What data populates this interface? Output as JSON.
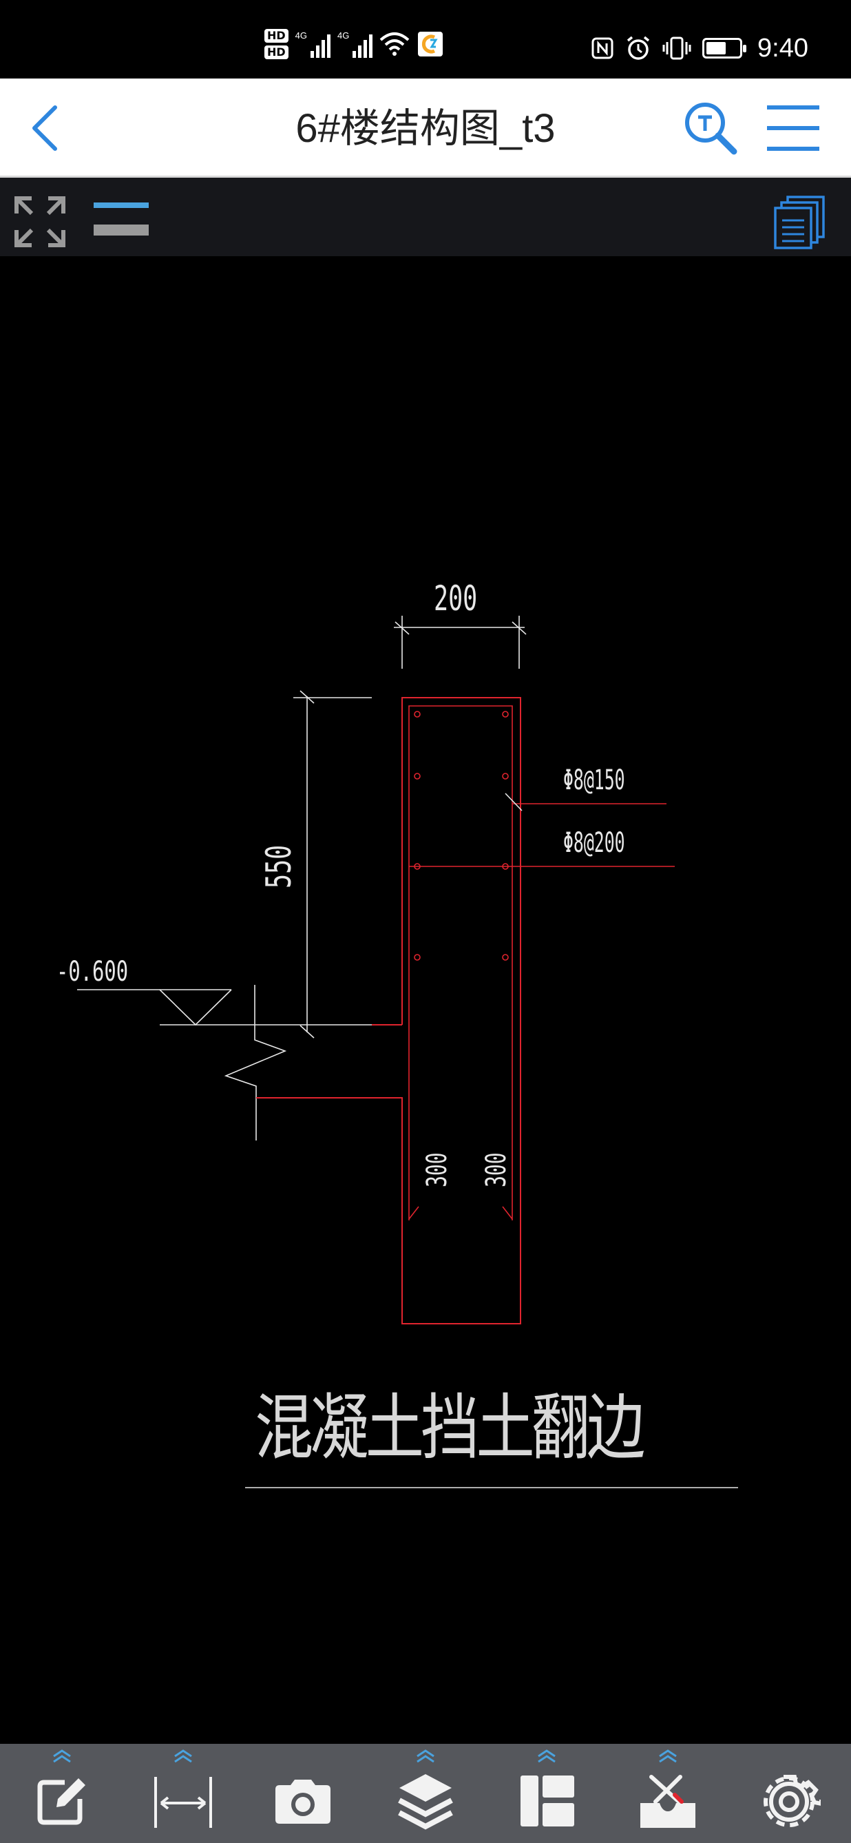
{
  "status_bar": {
    "hd1": "HD",
    "hd2": "HD",
    "sim1_label": "4G",
    "sim2_label": "4G",
    "time": "9:40",
    "icons": [
      "hd-icon",
      "signal-icon",
      "wifi-icon",
      "app-badge-icon",
      "nfc-icon",
      "alarm-icon",
      "vibrate-icon",
      "battery-icon"
    ],
    "battery_level": 0.6
  },
  "title_bar": {
    "title": "6#楼结构图_t3",
    "back_icon": "chevron-left-icon",
    "search_icon": "text-search-icon",
    "menu_icon": "hamburger-menu-icon",
    "accent_color": "#2e86de"
  },
  "tool_strip": {
    "icons": [
      "expand-icon",
      "layer-lines-icon",
      "pages-icon"
    ]
  },
  "drawing": {
    "dim_width": "200",
    "dim_height": "550",
    "elevation": "-0.600",
    "rebar_1": "Φ8@150",
    "rebar_2": "Φ8@200",
    "anchor_left": "300",
    "anchor_right": "300",
    "caption": "混凝土挡土翻边",
    "line_color": "#e8e8e8",
    "rebar_color": "#e0242e"
  },
  "bottom_toolbar": {
    "items": [
      {
        "name": "edit",
        "icon": "edit-icon",
        "has_chevron": true
      },
      {
        "name": "measure",
        "icon": "measure-icon",
        "has_chevron": true
      },
      {
        "name": "camera",
        "icon": "camera-icon",
        "has_chevron": false
      },
      {
        "name": "layers",
        "icon": "layers-icon",
        "has_chevron": true
      },
      {
        "name": "layout",
        "icon": "layout-icon",
        "has_chevron": true
      },
      {
        "name": "tools",
        "icon": "toolbox-icon",
        "has_chevron": true
      },
      {
        "name": "settings",
        "icon": "gear-icon",
        "has_chevron": false
      }
    ]
  }
}
